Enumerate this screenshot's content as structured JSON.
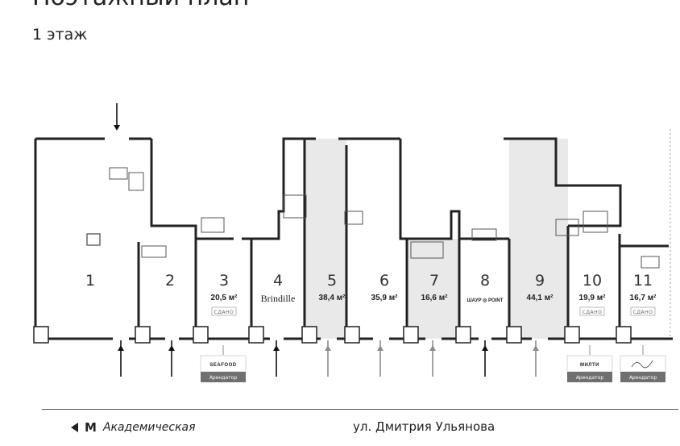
{
  "page": {
    "title": "Поэтажный план",
    "floor": "1 этаж"
  },
  "units": [
    {
      "num": "1",
      "area": "",
      "tenant": "",
      "badge": "",
      "leased": false
    },
    {
      "num": "2",
      "area": "",
      "tenant": "",
      "badge": "",
      "leased": false
    },
    {
      "num": "3",
      "area": "20,5 м²",
      "tenant": "",
      "badge": "СДАНО",
      "leased": false
    },
    {
      "num": "4",
      "area": "",
      "tenant": "Brindille",
      "badge": "",
      "leased": false
    },
    {
      "num": "5",
      "area": "38,4 м²",
      "tenant": "",
      "badge": "",
      "leased": true
    },
    {
      "num": "6",
      "area": "35,9 м²",
      "tenant": "",
      "badge": "",
      "leased": false
    },
    {
      "num": "7",
      "area": "16,6 м²",
      "tenant": "",
      "badge": "",
      "leased": true
    },
    {
      "num": "8",
      "area": "",
      "tenant": "ШАУР ◎ POINT",
      "badge": "",
      "leased": false
    },
    {
      "num": "9",
      "area": "44,1 м²",
      "tenant": "",
      "badge": "",
      "leased": true
    },
    {
      "num": "10",
      "area": "19,9 м²",
      "tenant": "",
      "badge": "СДАНО",
      "leased": false
    },
    {
      "num": "11",
      "area": "16,7 м²",
      "tenant": "",
      "badge": "СДАНО",
      "leased": false
    }
  ],
  "tenant_tags": [
    {
      "logo": "SEAFOOD",
      "label": "Арендатор"
    },
    {
      "logo": "МИЛТИ",
      "label": "Арендатор"
    },
    {
      "logo": "",
      "label": "Арендатор"
    }
  ],
  "footer": {
    "metro_symbol": "M",
    "metro": "Академическая",
    "street": "ул. Дмитрия Ульянова"
  },
  "colors": {
    "leased_fill": "#e9e9e9",
    "wall": "#222222",
    "arrow_dark": "#111111",
    "arrow_light": "#8c8c8c",
    "tag": "#6f6f6f"
  }
}
